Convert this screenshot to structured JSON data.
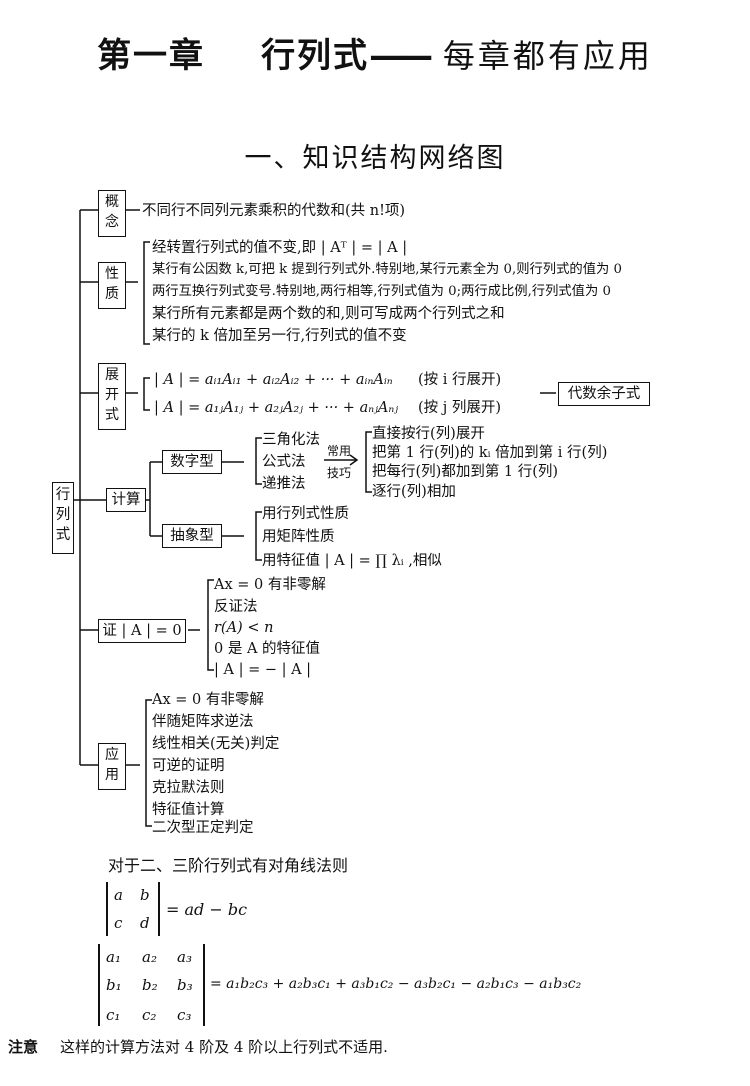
{
  "header": {
    "chapter": "第一章",
    "topic": "行列式",
    "dash": "——",
    "subtitle": "每章都有应用"
  },
  "section_title": "一、知识结构网络图",
  "root": "行列式",
  "concept": {
    "label": "概念",
    "text": "不同行不同列元素乘积的代数和(共 n!项)"
  },
  "properties": {
    "label": "性质",
    "items": [
      "经转置行列式的值不变,即 | Aᵀ | = | A |",
      "某行有公因数 k,可把 k 提到行列式外.特别地,某行元素全为 0,则行列式的值为 0",
      "两行互换行列式变号.特别地,两行相等,行列式值为 0;两行成比例,行列式值为 0",
      "某行所有元素都是两个数的和,则可写成两个行列式之和",
      "某行的 k 倍加至另一行,行列式的值不变"
    ]
  },
  "expansion": {
    "label": "展开式",
    "row_formula": "| A | = aᵢ₁Aᵢ₁ + aᵢ₂Aᵢ₂ + ··· + aᵢₙAᵢₙ",
    "row_note": "(按 i 行展开)",
    "col_formula": "| A | = a₁ⱼA₁ⱼ + a₂ⱼA₂ⱼ + ··· + aₙⱼAₙⱼ",
    "col_note": "(按 j 列展开)",
    "dash": "—",
    "cofactor_box": "代数余子式"
  },
  "calculation": {
    "label": "计算",
    "numeric": {
      "label": "数字型",
      "methods": [
        "三角化法",
        "公式法",
        "递推法"
      ],
      "arrow_top": "常用",
      "arrow_bottom": "技巧",
      "techniques": [
        "直接按行(列)展开",
        "把第 1 行(列)的 kᵢ 倍加到第 i 行(列)",
        "把每行(列)都加到第 1 行(列)",
        "逐行(列)相加"
      ]
    },
    "abstract": {
      "label": "抽象型",
      "methods": [
        "用行列式性质",
        "用矩阵性质",
        "用特征值   | A | = ∏ λᵢ ,相似"
      ]
    }
  },
  "proof": {
    "label": "证 | A | = 0",
    "items": [
      "Ax = 0 有非零解",
      "反证法",
      "r(A) < n",
      "0 是 A 的特征值",
      "| A | = − | A |"
    ]
  },
  "applications": {
    "label": "应用",
    "items": [
      "Ax = 0 有非零解",
      "伴随矩阵求逆法",
      "线性相关(无关)判定",
      "可逆的证明",
      "克拉默法则",
      "特征值计算",
      "二次型正定判定"
    ]
  },
  "diagonal_rule": {
    "intro": "对于二、三阶行列式有对角线法则",
    "m2": [
      [
        "a",
        "b"
      ],
      [
        "c",
        "d"
      ]
    ],
    "m2_result": "= ad − bc",
    "m3": [
      [
        "a₁",
        "a₂",
        "a₃"
      ],
      [
        "b₁",
        "b₂",
        "b₃"
      ],
      [
        "c₁",
        "c₂",
        "c₃"
      ]
    ],
    "m3_result": "= a₁b₂c₃ + a₂b₃c₁ + a₃b₁c₂ − a₃b₂c₁ − a₂b₁c₃ − a₁b₃c₂"
  },
  "note": {
    "label": "注意",
    "text": "这样的计算方法对 4 阶及 4 阶以上行列式不适用."
  }
}
